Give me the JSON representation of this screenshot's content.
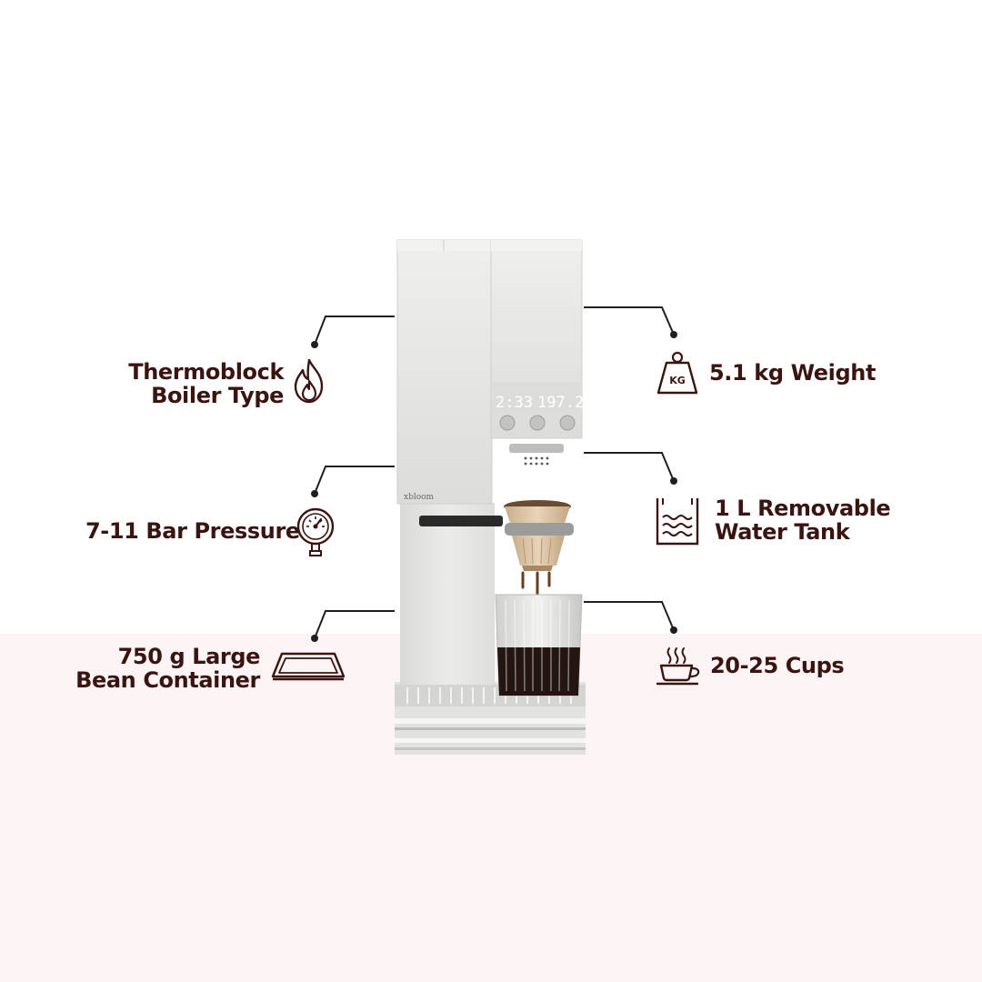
{
  "features": {
    "boiler": {
      "line1": "Thermoblock",
      "line2": "Boiler Type",
      "icon": "flame-icon"
    },
    "pressure": {
      "text": "7-11 Bar Pressure",
      "icon": "pressure-gauge-icon"
    },
    "beans": {
      "line1": "750 g Large",
      "line2": "Bean Container",
      "icon": "tray-icon"
    },
    "weight": {
      "text": "5.1 kg Weight",
      "icon": "kg-weight-icon",
      "badge": "KG"
    },
    "tank": {
      "line1": "1 L Removable",
      "line2": "Water Tank",
      "icon": "water-tank-icon"
    },
    "cups": {
      "text": "20-25 Cups",
      "icon": "coffee-cup-icon"
    }
  },
  "machine": {
    "display_time": "2:33",
    "display_weight": "197.2",
    "brand": "xbloom"
  },
  "colors": {
    "text": "#3a1410",
    "lower_background": "#fcf4f5",
    "machine_body": "#e6e6e4"
  }
}
